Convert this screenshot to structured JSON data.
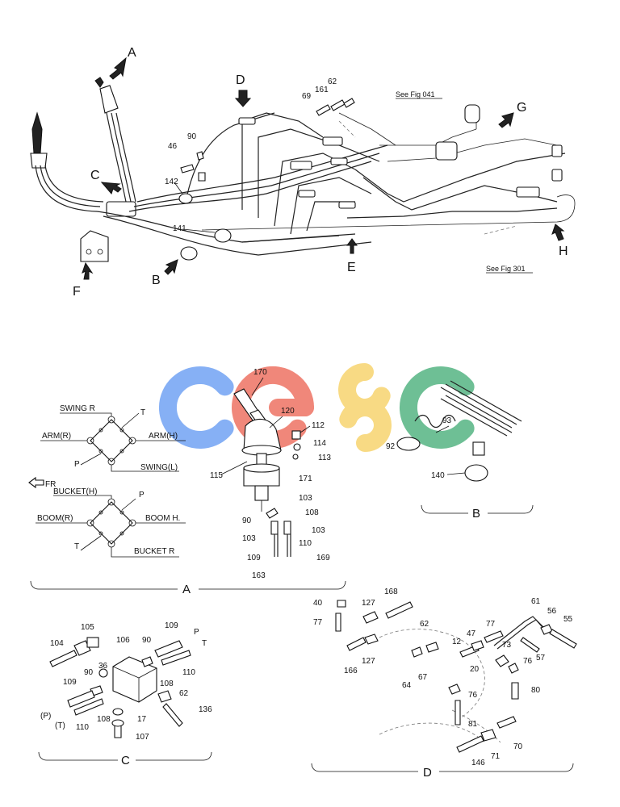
{
  "watermark": {
    "letters": [
      "C",
      "G",
      "S",
      "C"
    ],
    "colors": [
      "#7aa8f4",
      "#ef7b6c",
      "#f8d777",
      "#5fb98a"
    ]
  },
  "overview": {
    "arrows": [
      "A",
      "B",
      "C",
      "D",
      "E",
      "F",
      "G",
      "H"
    ],
    "part_numbers": [
      "90",
      "46",
      "142",
      "141",
      "69",
      "161",
      "62"
    ],
    "refs": [
      "See Fig 041",
      "See Fig 301"
    ]
  },
  "section_a": {
    "title": "A",
    "pilot_valve_1": {
      "ports": [
        "SWING R",
        "T",
        "ARM(R)",
        "ARM(H)",
        "P",
        "SWING(L)"
      ]
    },
    "direction": "FR",
    "pilot_valve_2": {
      "ports": [
        "BUCKET(H)",
        "P",
        "BOOM(R)",
        "BOOM H.",
        "T",
        "BUCKET R"
      ]
    },
    "part_numbers": [
      "170",
      "120",
      "112",
      "114",
      "113",
      "115",
      "171",
      "103",
      "108",
      "90",
      "103",
      "103",
      "109",
      "110",
      "169",
      "163"
    ]
  },
  "section_b": {
    "title": "B",
    "part_numbers": [
      "93",
      "92",
      "140"
    ]
  },
  "section_c": {
    "title": "C",
    "part_numbers": [
      "105",
      "104",
      "106",
      "90",
      "109",
      "36",
      "90",
      "110",
      "109",
      "108",
      "62",
      "136",
      "17",
      "108",
      "107",
      "110"
    ],
    "port_labels": [
      "P",
      "T",
      "(P)",
      "(T)"
    ]
  },
  "section_d": {
    "title": "D",
    "part_numbers": [
      "40",
      "77",
      "127",
      "168",
      "61",
      "56",
      "55",
      "62",
      "47",
      "77",
      "12",
      "73",
      "57",
      "76",
      "20",
      "166",
      "127",
      "67",
      "64",
      "76",
      "80",
      "81",
      "70",
      "71",
      "146"
    ]
  }
}
